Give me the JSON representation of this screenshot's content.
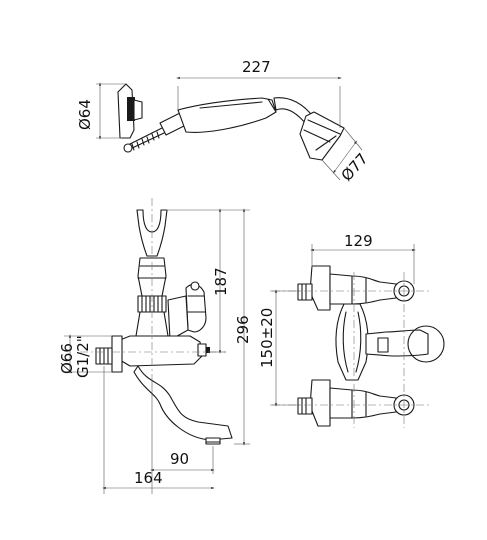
{
  "dimensions": {
    "handshower_length": "227",
    "handshower_head_diameter": "Ø77",
    "wall_holder_diameter": "Ø64",
    "holder_height": "187",
    "total_height": "296",
    "flange_diameter": "Ø66",
    "thread": "G1/2\"",
    "spout_reach": "90",
    "total_projection": "164",
    "front_width": "129",
    "center_distance": "150±20"
  }
}
